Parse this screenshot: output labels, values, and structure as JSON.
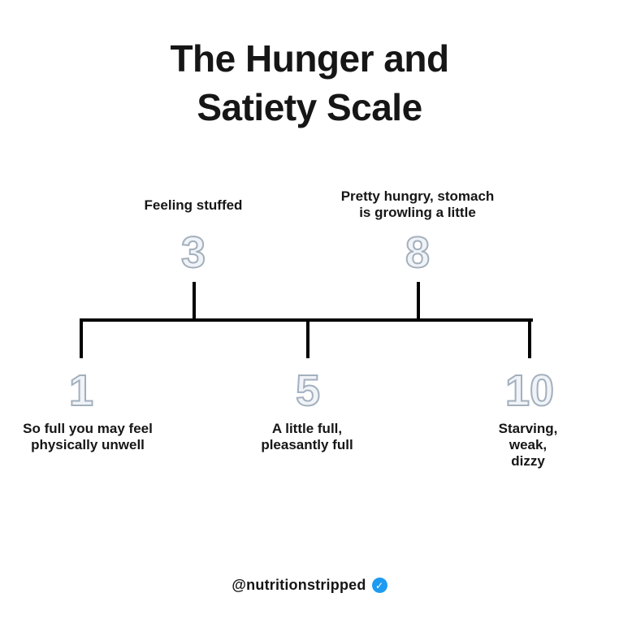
{
  "title": {
    "text": "The Hunger and\nSatiety Scale"
  },
  "scale": {
    "range": [
      1,
      10
    ],
    "above_items": [
      {
        "number": "3",
        "label": "Feeling stuffed"
      },
      {
        "number": "8",
        "label": "Pretty hungry, stomach\nis growling a little"
      }
    ],
    "below_items": [
      {
        "number": "1",
        "label": "So full you may feel\nphysically unwell"
      },
      {
        "number": "5",
        "label": "A little full,\npleasantly full"
      },
      {
        "number": "10",
        "label": "Starving, weak,\ndizzy"
      }
    ]
  },
  "footer": {
    "handle": "@nutritionstripped",
    "badge_icon": "verified-checkmark",
    "badge_glyph": "✓"
  },
  "colors": {
    "text": "#161616",
    "line": "#000000",
    "num_fill": "#f0f3f7",
    "num_stroke": "#a3b0bd",
    "verified_blue": "#1d9bf0",
    "bg": "#ffffff"
  }
}
